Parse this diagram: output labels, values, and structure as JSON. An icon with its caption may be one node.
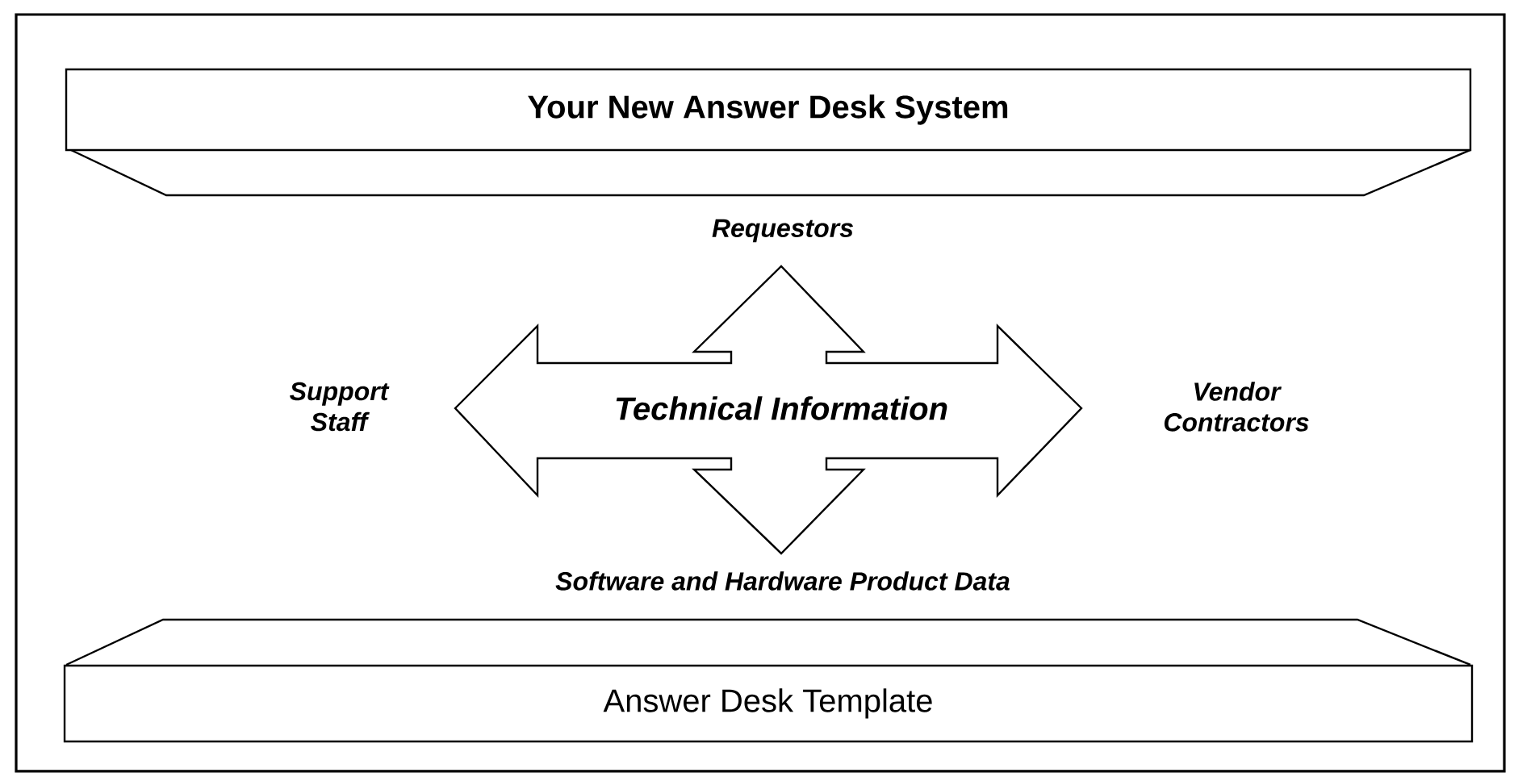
{
  "diagram": {
    "nodes": [
      {
        "text": [
          "Your New Answer Desk System"
        ]
      },
      {
        "text": [
          "Requestors"
        ]
      },
      {
        "text": [
          "Support Staff"
        ]
      },
      {
        "text": [
          "Technical Information"
        ]
      },
      {
        "text": [
          "Vendor Contractors"
        ]
      },
      {
        "text": [
          "Software and Hardware Product Data"
        ]
      },
      {
        "text": [
          "Answer Desk Template"
        ]
      }
    ]
  }
}
